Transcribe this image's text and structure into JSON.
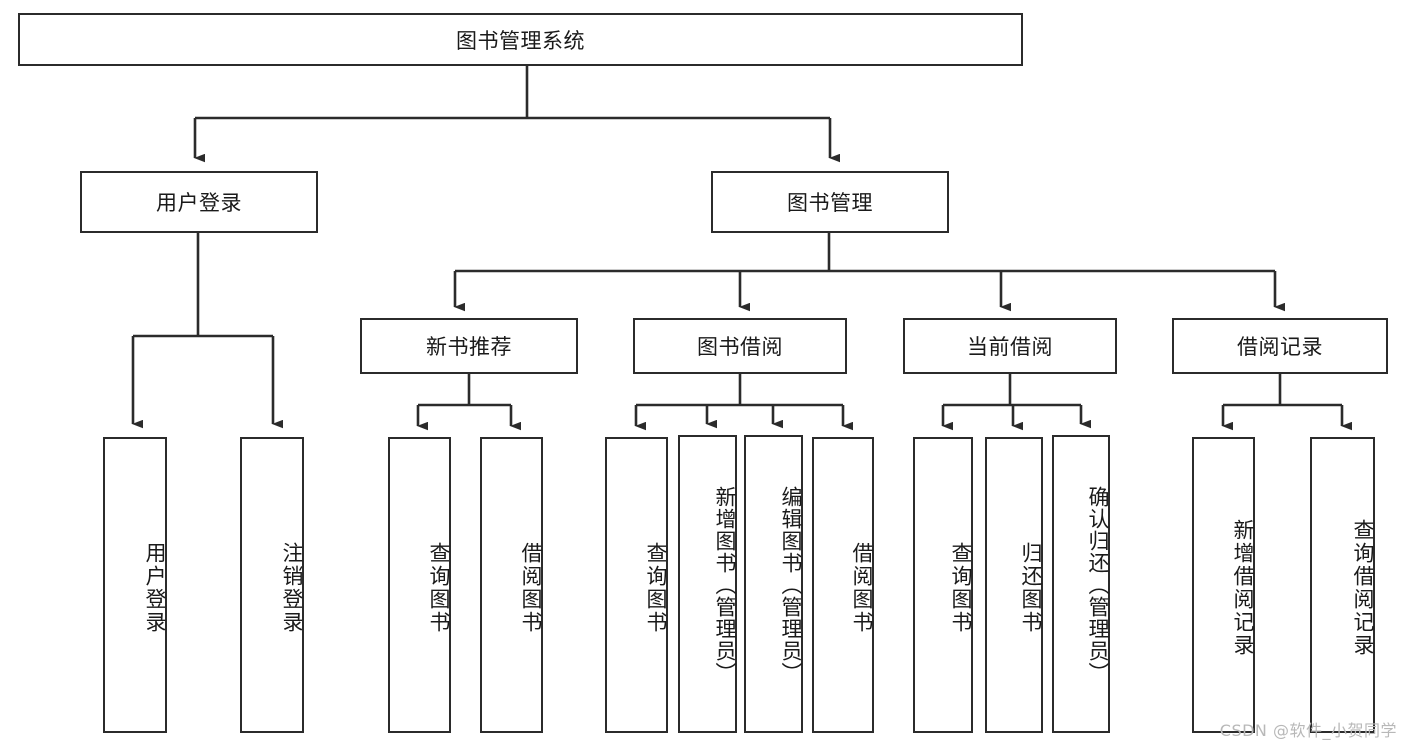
{
  "diagram": {
    "type": "tree-hierarchy",
    "title": "图书管理系统",
    "root": {
      "id": "root",
      "label": "图书管理系统",
      "orientation": "horizontal"
    },
    "level1": [
      {
        "id": "user-login",
        "label": "用户登录",
        "orientation": "horizontal"
      },
      {
        "id": "book-management",
        "label": "图书管理",
        "orientation": "horizontal"
      }
    ],
    "level2": [
      {
        "id": "new-book-recommend",
        "label": "新书推荐",
        "orientation": "horizontal",
        "parent": "book-management"
      },
      {
        "id": "book-borrow",
        "label": "图书借阅",
        "orientation": "horizontal",
        "parent": "book-management"
      },
      {
        "id": "current-borrow",
        "label": "当前借阅",
        "orientation": "horizontal",
        "parent": "book-management"
      },
      {
        "id": "borrow-record",
        "label": "借阅记录",
        "orientation": "horizontal",
        "parent": "book-management"
      }
    ],
    "leaves": [
      {
        "id": "leaf-user-login",
        "label": "用户登录",
        "parent": "user-login",
        "orientation": "vertical"
      },
      {
        "id": "leaf-user-logout",
        "label": "注销登录",
        "parent": "user-login",
        "orientation": "vertical"
      },
      {
        "id": "leaf-query-book-1",
        "label": "查询图书",
        "parent": "new-book-recommend",
        "orientation": "vertical"
      },
      {
        "id": "leaf-borrow-book-1",
        "label": "借阅图书",
        "parent": "new-book-recommend",
        "orientation": "vertical"
      },
      {
        "id": "leaf-query-book-2",
        "label": "查询图书",
        "parent": "book-borrow",
        "orientation": "vertical"
      },
      {
        "id": "leaf-add-book",
        "label": "新增图书（管理员）",
        "parent": "book-borrow",
        "orientation": "vertical"
      },
      {
        "id": "leaf-edit-book",
        "label": "编辑图书（管理员）",
        "parent": "book-borrow",
        "orientation": "vertical"
      },
      {
        "id": "leaf-borrow-book-2",
        "label": "借阅图书",
        "parent": "book-borrow",
        "orientation": "vertical"
      },
      {
        "id": "leaf-query-book-3",
        "label": "查询图书",
        "parent": "current-borrow",
        "orientation": "vertical"
      },
      {
        "id": "leaf-return-book",
        "label": "归还图书",
        "parent": "current-borrow",
        "orientation": "vertical"
      },
      {
        "id": "leaf-confirm-return",
        "label": "确认归还（管理员）",
        "parent": "current-borrow",
        "orientation": "vertical"
      },
      {
        "id": "leaf-add-record",
        "label": "新增借阅记录",
        "parent": "borrow-record",
        "orientation": "vertical"
      },
      {
        "id": "leaf-query-record",
        "label": "查询借阅记录",
        "parent": "borrow-record",
        "orientation": "vertical"
      }
    ]
  },
  "watermark": {
    "text": "CSDN @软件_小贺同学"
  },
  "colors": {
    "border": "#2b2b2b",
    "background": "#ffffff",
    "text": "#1a1a1a",
    "watermark": "#b8b8b8"
  }
}
